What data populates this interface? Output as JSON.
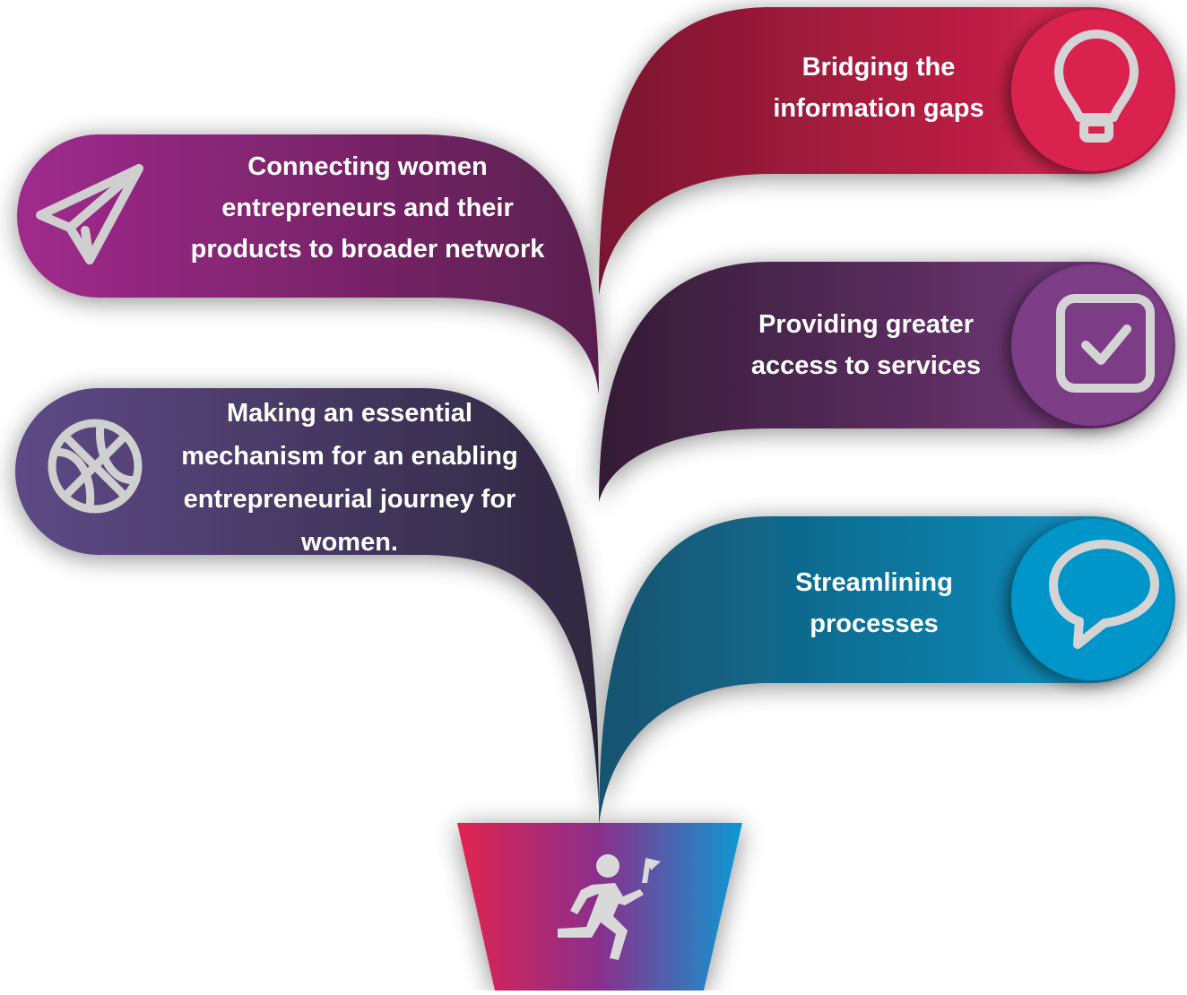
{
  "diagram": {
    "branches": [
      {
        "id": "bridging",
        "text": "Bridging the\ninformation gaps",
        "icon": "lightbulb-icon",
        "colors": [
          "#7a1530",
          "#e0244f"
        ]
      },
      {
        "id": "connecting",
        "text": "Connecting women\nentrepreneurs and their\nproducts to broader network",
        "icon": "paper-plane-icon",
        "colors": [
          "#a02a8c",
          "#5a1f4e"
        ]
      },
      {
        "id": "providing",
        "text": "Providing greater\naccess to services",
        "icon": "checkbox-icon",
        "colors": [
          "#341c35",
          "#7a3b82"
        ]
      },
      {
        "id": "making",
        "text": "Making an essential\nmechanism for an enabling\nentrepreneurial journey for\nwomen.",
        "icon": "basketball-icon",
        "colors": [
          "#5d4a86",
          "#2f2840"
        ]
      },
      {
        "id": "streamlining",
        "text": "Streamlining\nprocesses",
        "icon": "speech-bubble-icon",
        "colors": [
          "#17536e",
          "#0596c9"
        ]
      }
    ],
    "base": {
      "icon": "running-person-icon",
      "colors": [
        "#e0244f",
        "#8a2f8c",
        "#0c9ad3"
      ]
    }
  }
}
